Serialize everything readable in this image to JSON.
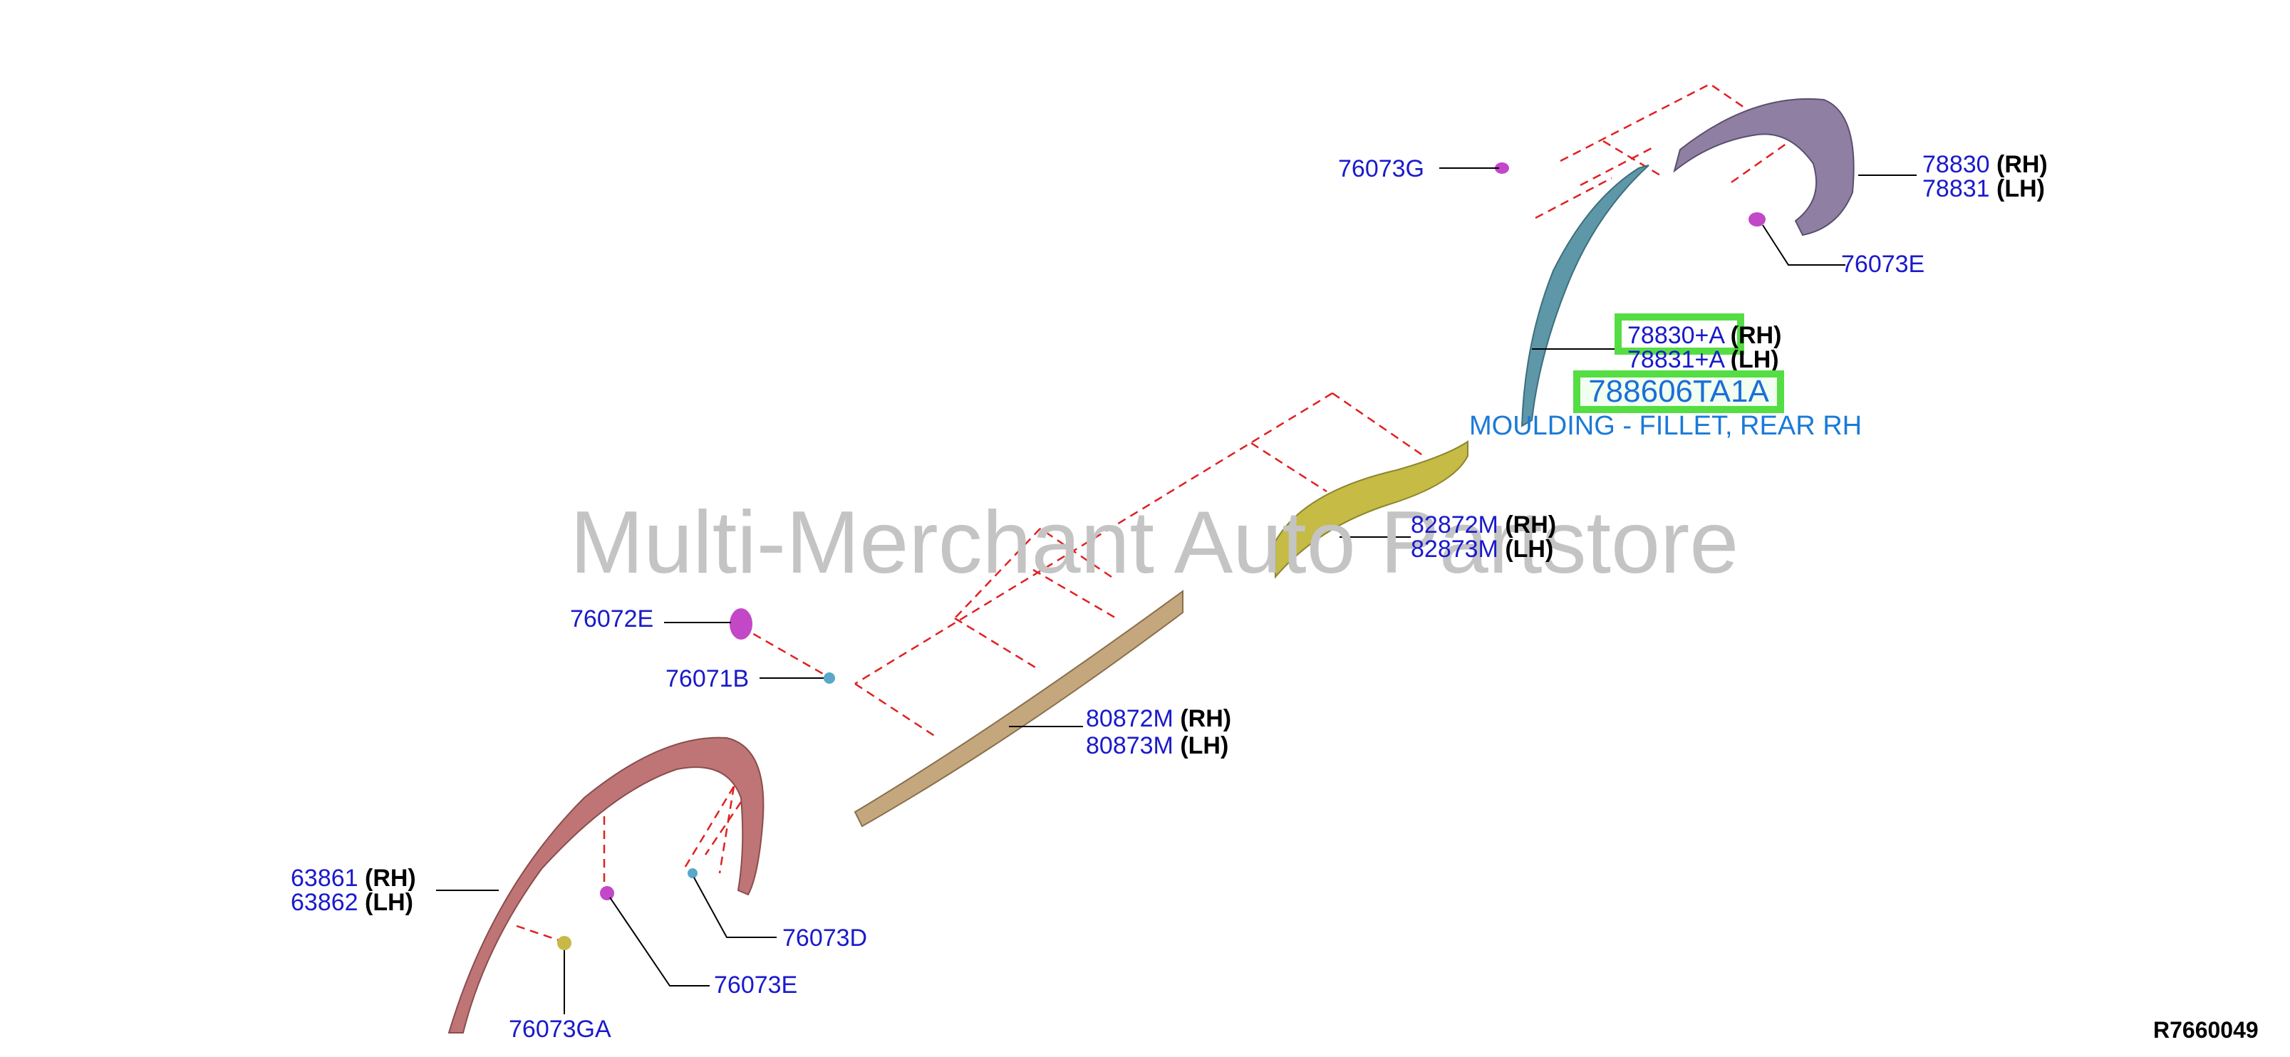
{
  "diagram": {
    "watermark": "Multi-Merchant Auto Partstore",
    "reference_code": "R7660049",
    "selected_part": {
      "number": "788606TA1A",
      "description": "MOULDING - FILLET, REAR RH"
    },
    "callouts": [
      {
        "id": "c1",
        "lines": [
          {
            "part": "78830",
            "side": "(RH)"
          },
          {
            "part": "78831",
            "side": "(LH)"
          }
        ]
      },
      {
        "id": "c2",
        "lines": [
          {
            "part": "76073G",
            "side": ""
          }
        ]
      },
      {
        "id": "c3",
        "lines": [
          {
            "part": "76073E",
            "side": ""
          }
        ]
      },
      {
        "id": "c4",
        "lines": [
          {
            "part": "78830+A",
            "side": "(RH)"
          },
          {
            "part": "78831+A",
            "side": "(LH)"
          }
        ]
      },
      {
        "id": "c5",
        "lines": [
          {
            "part": "82872M",
            "side": "(RH)"
          },
          {
            "part": "82873M",
            "side": "(LH)"
          }
        ]
      },
      {
        "id": "c6",
        "lines": [
          {
            "part": "76072E",
            "side": ""
          }
        ]
      },
      {
        "id": "c7",
        "lines": [
          {
            "part": "76071B",
            "side": ""
          }
        ]
      },
      {
        "id": "c8",
        "lines": [
          {
            "part": "80872M",
            "side": "(RH)"
          },
          {
            "part": "80873M",
            "side": "(LH)"
          }
        ]
      },
      {
        "id": "c9",
        "lines": [
          {
            "part": "63861",
            "side": "(RH)"
          },
          {
            "part": "63862",
            "side": "(LH)"
          }
        ]
      },
      {
        "id": "c10",
        "lines": [
          {
            "part": "76073D",
            "side": ""
          }
        ]
      },
      {
        "id": "c11",
        "lines": [
          {
            "part": "76073E",
            "side": ""
          }
        ]
      },
      {
        "id": "c12",
        "lines": [
          {
            "part": "76073GA",
            "side": ""
          }
        ]
      }
    ]
  }
}
